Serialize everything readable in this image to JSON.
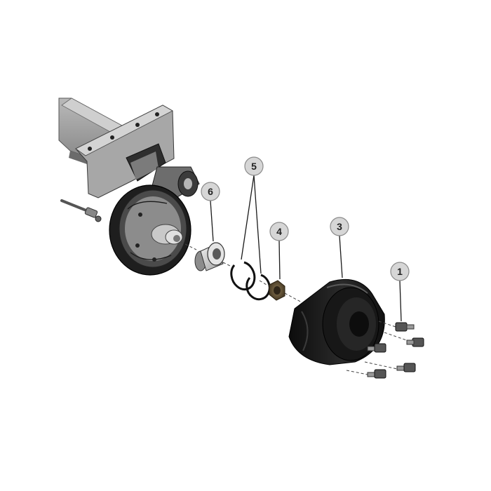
{
  "callouts": [
    {
      "id": "1",
      "label": "1"
    },
    {
      "id": "3",
      "label": "3"
    },
    {
      "id": "4",
      "label": "4"
    },
    {
      "id": "5",
      "label": "5"
    },
    {
      "id": "6",
      "label": "6"
    }
  ]
}
